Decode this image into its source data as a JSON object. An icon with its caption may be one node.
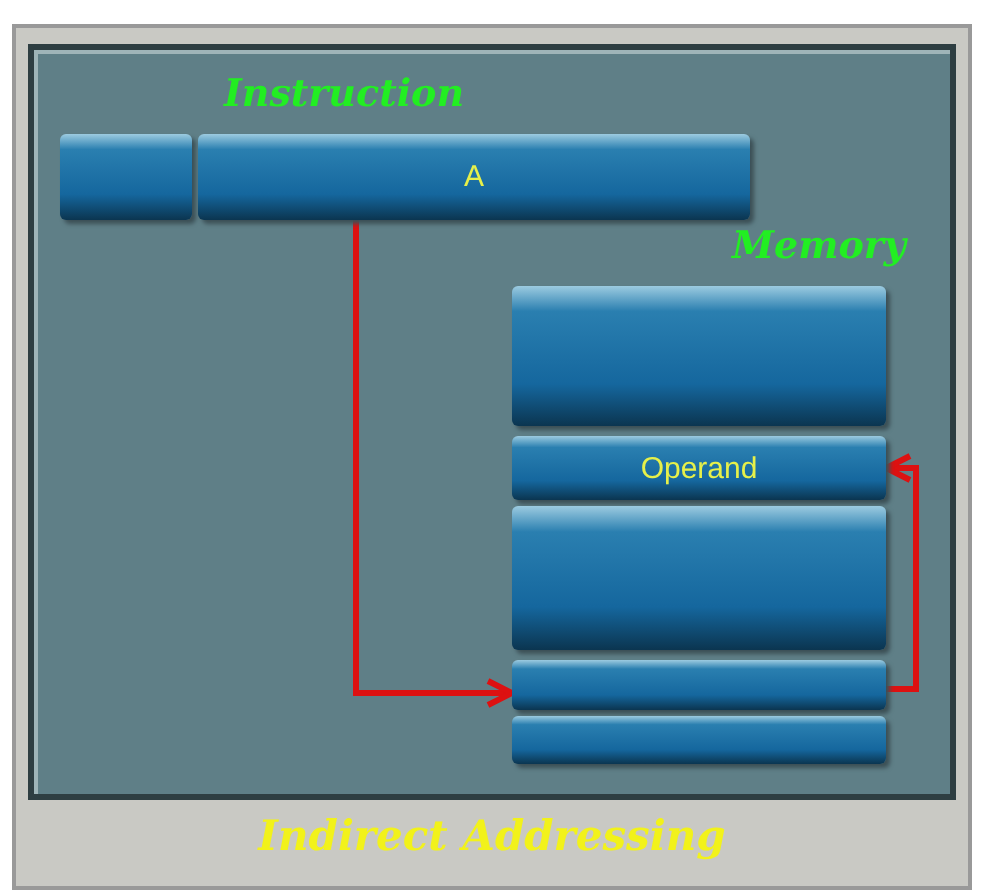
{
  "diagram": {
    "caption": "Indirect Addressing",
    "nodes": [
      {
        "text": [],
        "shape": "bar"
      },
      {
        "text": [
          "A"
        ]
      },
      {
        "text": [],
        "shape": "bar"
      },
      {
        "text": [
          "Operand"
        ]
      },
      {
        "text": [],
        "shape": "bar"
      },
      {
        "text": [],
        "shape": "bar"
      },
      {
        "text": [],
        "shape": "bar"
      }
    ],
    "edges": [
      {
        "from": 1,
        "to": 5,
        "arrow": "to",
        "color": "#dd1111"
      },
      {
        "from": 5,
        "to": 3,
        "arrow": "to",
        "color": "#dd1111"
      }
    ],
    "labels": [
      "Instruction",
      "Memory"
    ]
  }
}
